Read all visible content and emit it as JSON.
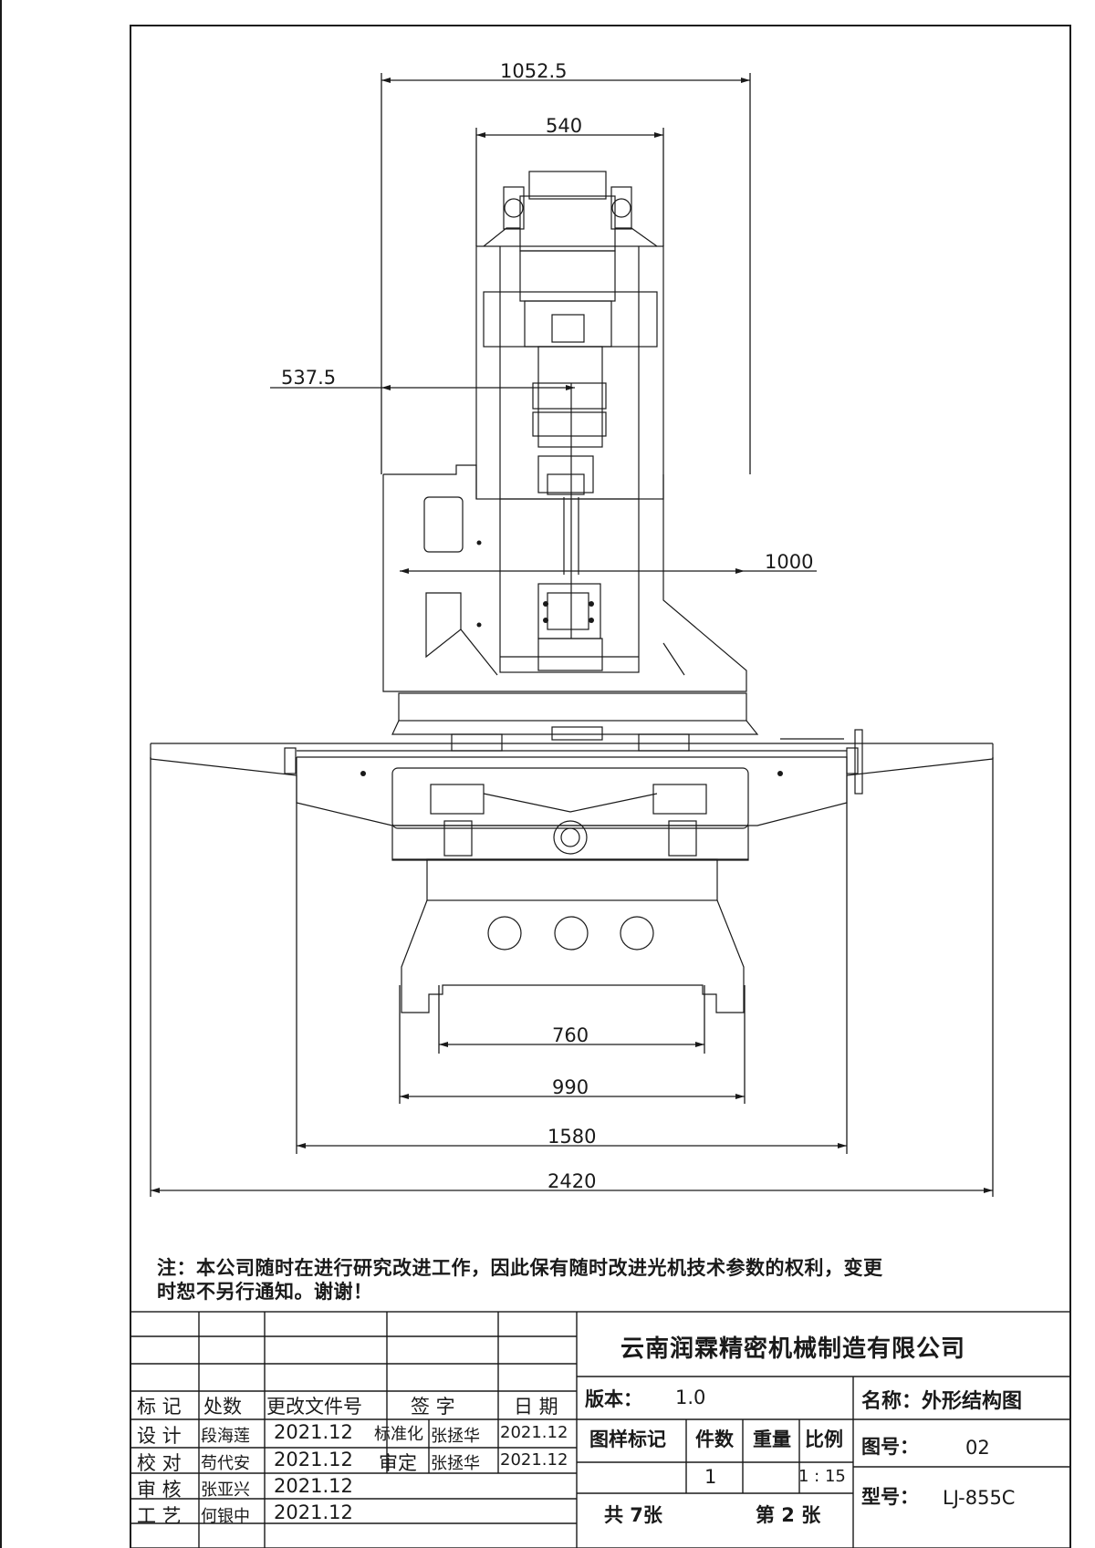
{
  "dimensions": {
    "overall_top": "1052.5",
    "column_width": "540",
    "side_offset": "537.5",
    "base_span": "1000",
    "foot_inner": "760",
    "foot_outer": "990",
    "saddle_width": "1580",
    "table_length": "2420"
  },
  "note": {
    "line1": "注：本公司随时在进行研究改进工作，因此保有随时改进光机技术参数的权利，变更",
    "line2": "时恕不另行通知。谢谢！"
  },
  "title_block": {
    "company": "云南润霖精密机械制造有限公司",
    "headers": {
      "mark": "标 记",
      "count": "处数",
      "change_doc": "更改文件号",
      "signature": "签 字",
      "date": "日 期"
    },
    "rows": [
      {
        "role": "设 计",
        "name": "段海莲",
        "date": "2021.12",
        "role2": "标准化",
        "name2": "张拯华",
        "date2": "2021.12"
      },
      {
        "role": "校 对",
        "name": "苟代安",
        "date": "2021.12",
        "role2": "审定",
        "name2": "张拯华",
        "date2": "2021.12"
      },
      {
        "role": "审 核",
        "name": "张亚兴",
        "date": "2021.12"
      },
      {
        "role": "工 艺",
        "name": "何银中",
        "date": "2021.12"
      }
    ],
    "version_label": "版本：",
    "version": "1.0",
    "name_label": "名称：外形结构图",
    "sheet_mark_label": "图样标记",
    "qty_label": "件数",
    "weight_label": "重量",
    "scale_label": "比例",
    "qty": "1",
    "scale": "1 : 15",
    "drawing_no_label": "图号：",
    "drawing_no": "02",
    "total_sheets": "共 7张",
    "sheet_no": "第 2 张",
    "model_label": "型号：",
    "model": "LJ-855C"
  }
}
